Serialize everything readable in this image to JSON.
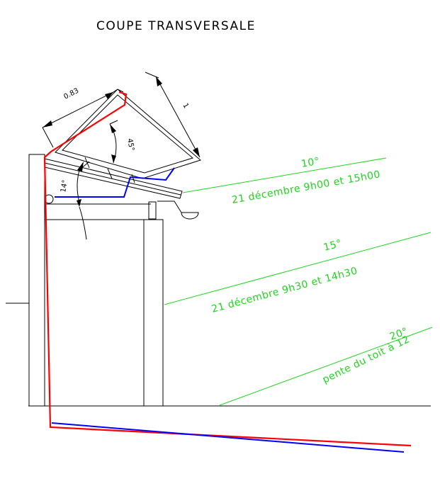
{
  "title": "COUPE TRANSVERSALE",
  "dimensions": {
    "width": "0.83",
    "height": "1",
    "tilt": "45°",
    "roof": "14°"
  },
  "sun_angles": [
    {
      "angle": "10°",
      "caption": "21 décembre 9h00 et 15h00"
    },
    {
      "angle": "15°",
      "caption": "21 décembre 9h30 et 14h30"
    },
    {
      "angle": "20°",
      "caption": "pente du toit à 12"
    }
  ],
  "colors": {
    "lines": "#000000",
    "sun_lines": "#1fd41f",
    "red_profile": "#ff0000",
    "blue_profile": "#0000ff"
  }
}
